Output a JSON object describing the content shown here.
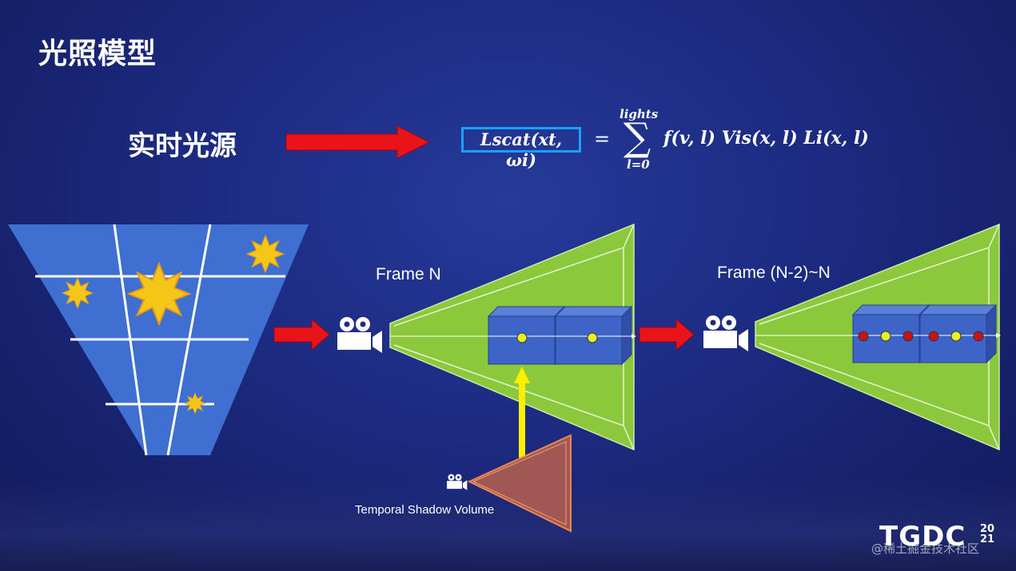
{
  "title": "光照模型",
  "source_label": "实时光源",
  "formula": {
    "lhs": "Lscat(xt, ωi)",
    "equals": "=",
    "sum_upper": "lights",
    "sum_symbol": "∑",
    "sum_lower": "l=0",
    "rhs": "f(v, l) Vis(x, l) Li(x, l)"
  },
  "labels": {
    "frame_n": "Frame N",
    "frame_range": "Frame (N-2)~N",
    "temporal_shadow_volume": "Temporal Shadow Volume"
  },
  "logo": {
    "text": "TGDC",
    "year_top": "20",
    "year_bottom": "21"
  },
  "watermark": "@稀土掘金技术社区",
  "colors": {
    "accent_arrow": "#e8141a",
    "frustum_green": "#8cc83c",
    "cell_blue": "#3f64c8",
    "formula_border": "#1aa0ff",
    "shadow_volume": "#b8604e",
    "light_star": "#f5c518",
    "highlight_arrow": "#ffee00",
    "sample_dot_yellow": "#e8f020",
    "sample_dot_red": "#c81414"
  },
  "icons": [
    "camera-icon",
    "star-light-icon",
    "arrow-right-icon",
    "arrow-up-icon"
  ]
}
